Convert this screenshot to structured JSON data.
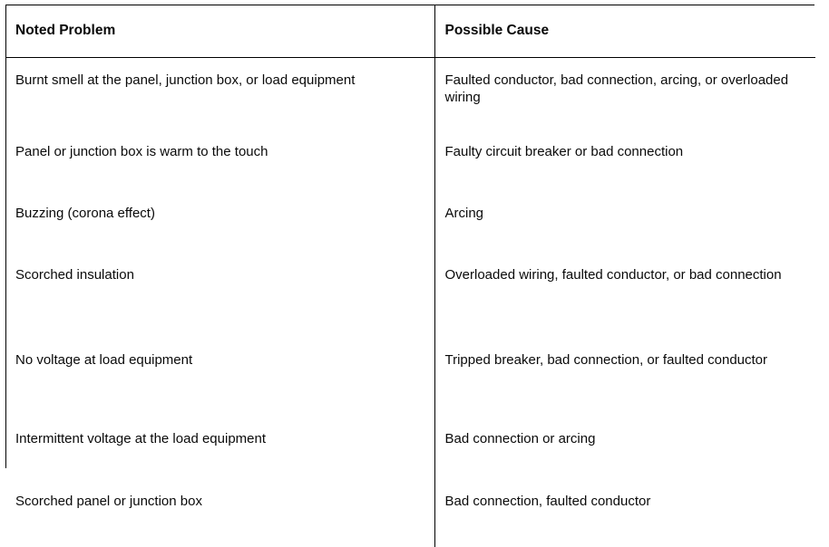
{
  "table": {
    "columns": [
      {
        "key": "problem",
        "header": "Noted Problem"
      },
      {
        "key": "cause",
        "header": "Possible Cause"
      }
    ],
    "rows": [
      {
        "problem": "Burnt smell at the panel, junction box, or load equipment",
        "cause": "Faulted conductor, bad connection, arcing, or overloaded wiring"
      },
      {
        "problem": "Panel or junction box is warm to the touch",
        "cause": "Faulty circuit breaker or bad connection"
      },
      {
        "problem": "Buzzing (corona effect)",
        "cause": "Arcing"
      },
      {
        "problem": "Scorched insulation",
        "cause": "Overloaded wiring, faulted conductor, or bad connection"
      },
      {
        "problem": "No voltage at load equipment",
        "cause": "Tripped breaker, bad connection, or faulted conductor"
      },
      {
        "problem": "Intermittent voltage at the load equipment",
        "cause": "Bad connection or arcing"
      },
      {
        "problem": "Scorched panel or junction box",
        "cause": "Bad connection, faulted conductor"
      }
    ]
  },
  "style": {
    "border_color": "#000000",
    "text_color": "#0a0a0a",
    "background": "#ffffff"
  }
}
